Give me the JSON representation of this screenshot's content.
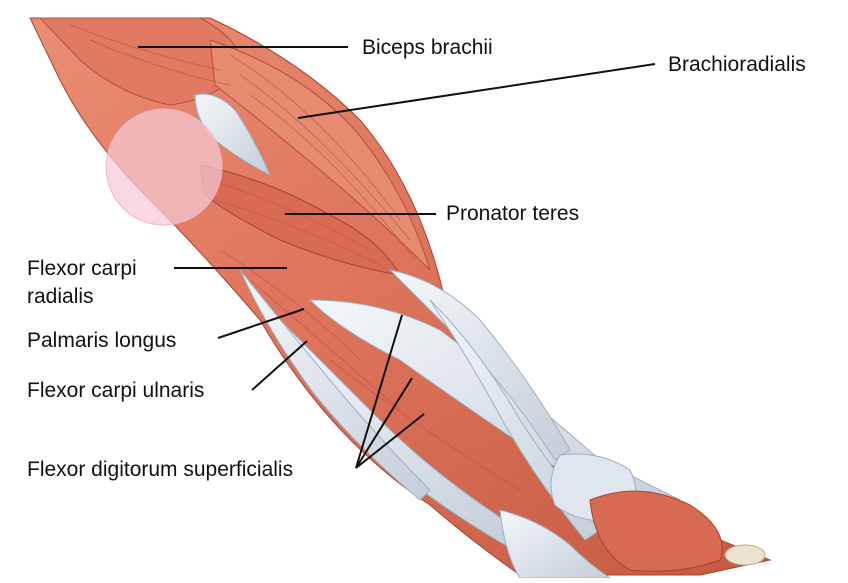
{
  "labels": {
    "biceps_brachii": "Biceps brachii",
    "brachioradialis": "Brachioradialis",
    "pronator_teres": "Pronator teres",
    "flexor_carpi_radialis_line1": "Flexor carpi",
    "flexor_carpi_radialis_line2": "radialis",
    "palmaris_longus": "Palmaris longus",
    "flexor_carpi_ulnaris": "Flexor carpi ulnaris",
    "flexor_digitorum_superficialis": "Flexor digitorum superficialis"
  },
  "colors": {
    "muscle": "#e07a62",
    "muscle_dark": "#b94a38",
    "muscle_light": "#f2a38c",
    "tendon": "#dfe6ee",
    "tendon_shadow": "#b7c3cf",
    "bone": "#ece3cf",
    "highlight_circle": "#f7c9d5",
    "leader_line": "#111111"
  }
}
